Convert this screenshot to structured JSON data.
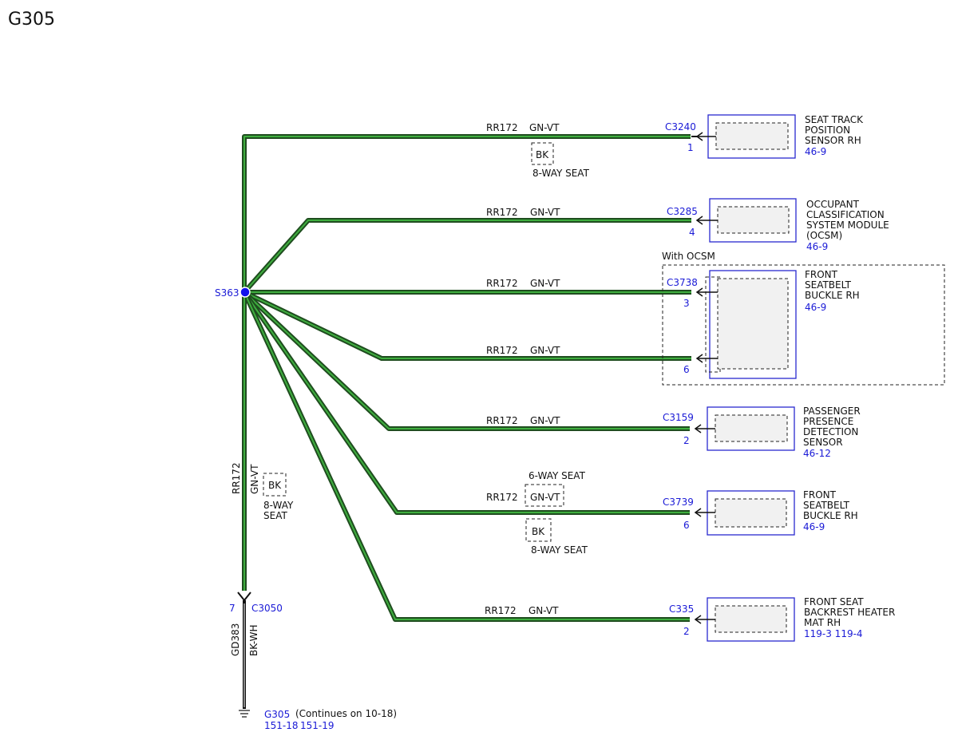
{
  "page_title": "G305",
  "splice": {
    "id": "S363"
  },
  "main_wire": {
    "circuit": "RR172",
    "color": "GN-VT",
    "option_box": "BK",
    "option_label_1": "8-WAY",
    "option_label_2": "SEAT"
  },
  "ground_connector": {
    "id": "C3050",
    "pin": "7",
    "wire_circuit": "GD383",
    "wire_color": "BK-WH"
  },
  "ground": {
    "id": "G305",
    "note": "(Continues on 10-18)",
    "ref1": "151-18",
    "ref2": "151-19"
  },
  "ocsm_group": {
    "label": "With OCSM"
  },
  "branches": [
    {
      "circuit": "RR172",
      "color": "GN-VT",
      "connector": "C3240",
      "pin": "1",
      "box_label": "BK",
      "option_label": "8-WAY SEAT"
    },
    {
      "circuit": "RR172",
      "color": "GN-VT",
      "connector": "C3285",
      "pin": "4"
    },
    {
      "circuit": "RR172",
      "color": "GN-VT",
      "connector": "C3738",
      "pin": "3"
    },
    {
      "circuit": "RR172",
      "color": "GN-VT",
      "pin": "6"
    },
    {
      "circuit": "RR172",
      "color": "GN-VT",
      "connector": "C3159",
      "pin": "2"
    },
    {
      "circuit": "RR172",
      "color": "GN-VT",
      "connector": "C3739",
      "pin": "6",
      "top_label": "6-WAY SEAT",
      "box_label": "BK",
      "option_label": "8-WAY SEAT"
    },
    {
      "circuit": "RR172",
      "color": "GN-VT",
      "connector": "C335",
      "pin": "2"
    }
  ],
  "components": [
    {
      "lines": [
        "SEAT TRACK",
        "POSITION",
        "SENSOR RH"
      ],
      "ref": "46-9"
    },
    {
      "lines": [
        "OCCUPANT",
        "CLASSIFICATION",
        "SYSTEM MODULE",
        "(OCSM)"
      ],
      "ref": "46-9"
    },
    {
      "lines": [
        "FRONT",
        "SEATBELT",
        "BUCKLE RH"
      ],
      "ref": "46-9"
    },
    {
      "lines": [
        "PASSENGER",
        "PRESENCE",
        "DETECTION",
        "SENSOR"
      ],
      "ref": "46-12"
    },
    {
      "lines": [
        "FRONT",
        "SEATBELT",
        "BUCKLE RH"
      ],
      "ref": "46-9"
    },
    {
      "lines": [
        "FRONT SEAT",
        "BACKREST HEATER",
        "MAT RH"
      ],
      "ref": "119-3 119-4"
    }
  ],
  "colors": {
    "wire_outer": "#1f4d1f",
    "wire_inner": "#3fae3f",
    "reference_blue": "#1a1ad6",
    "component_border": "#2a2ad0"
  }
}
